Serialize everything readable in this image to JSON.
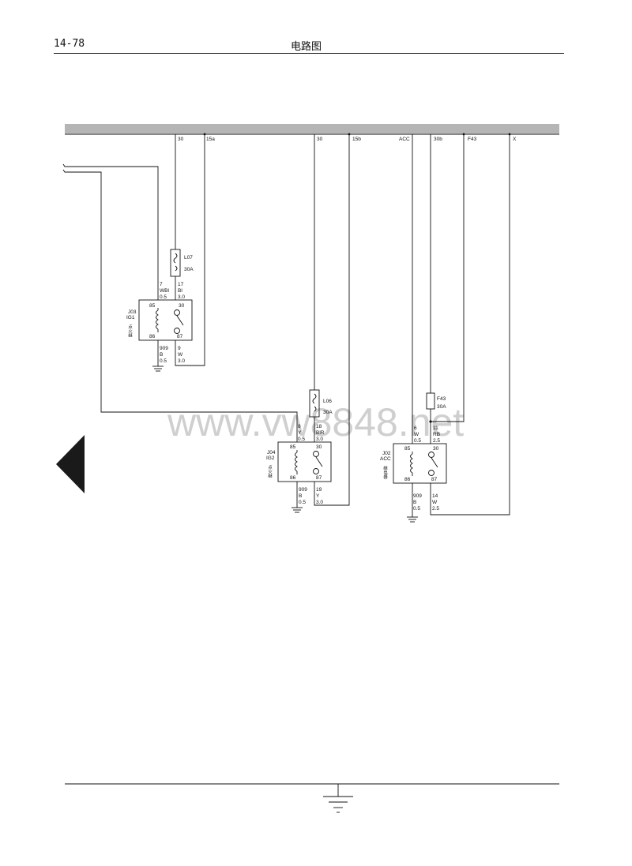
{
  "header": {
    "page_number": "14-78",
    "title": "电路图"
  },
  "watermark": "www.vw8848.net",
  "bus_labels": [
    "30",
    "15a",
    "30",
    "15b",
    "ACC",
    "30b",
    "F43",
    "X"
  ],
  "fuses": [
    {
      "id": "L07",
      "rating": "30A"
    },
    {
      "id": "L06",
      "rating": "30A"
    },
    {
      "id": "F43",
      "rating": "30A"
    }
  ],
  "relays": [
    {
      "id": "J03",
      "name": "IG1",
      "cn": "点火继",
      "pins": [
        "85",
        "30",
        "86",
        "87"
      ],
      "wires": {
        "in_left": [
          "7",
          "WBl",
          "0.5"
        ],
        "in_right": [
          "17",
          "Bl",
          "3.0"
        ],
        "out_left": [
          "909",
          "B",
          "0.5"
        ],
        "out_right": [
          "9",
          "W",
          "3.0"
        ]
      }
    },
    {
      "id": "J04",
      "name": "IG2",
      "cn": "点火继",
      "pins": [
        "85",
        "30",
        "86",
        "87"
      ],
      "wires": {
        "in_left": [
          "8",
          "Y",
          "0.5"
        ],
        "in_right": [
          "18",
          "BlR",
          "3.0"
        ],
        "out_left": [
          "909",
          "B",
          "0.5"
        ],
        "out_right": [
          "19",
          "Y",
          "3.0"
        ]
      }
    },
    {
      "id": "J02",
      "name": "ACC",
      "cn": "继电器",
      "pins": [
        "85",
        "30",
        "86",
        "87"
      ],
      "wires": {
        "in_left": [
          "6",
          "W",
          "0.5"
        ],
        "in_right": [
          "11",
          "RB",
          "2.5"
        ],
        "out_left": [
          "909",
          "B",
          "0.5"
        ],
        "out_right": [
          "14",
          "W",
          "2.5"
        ]
      }
    }
  ]
}
